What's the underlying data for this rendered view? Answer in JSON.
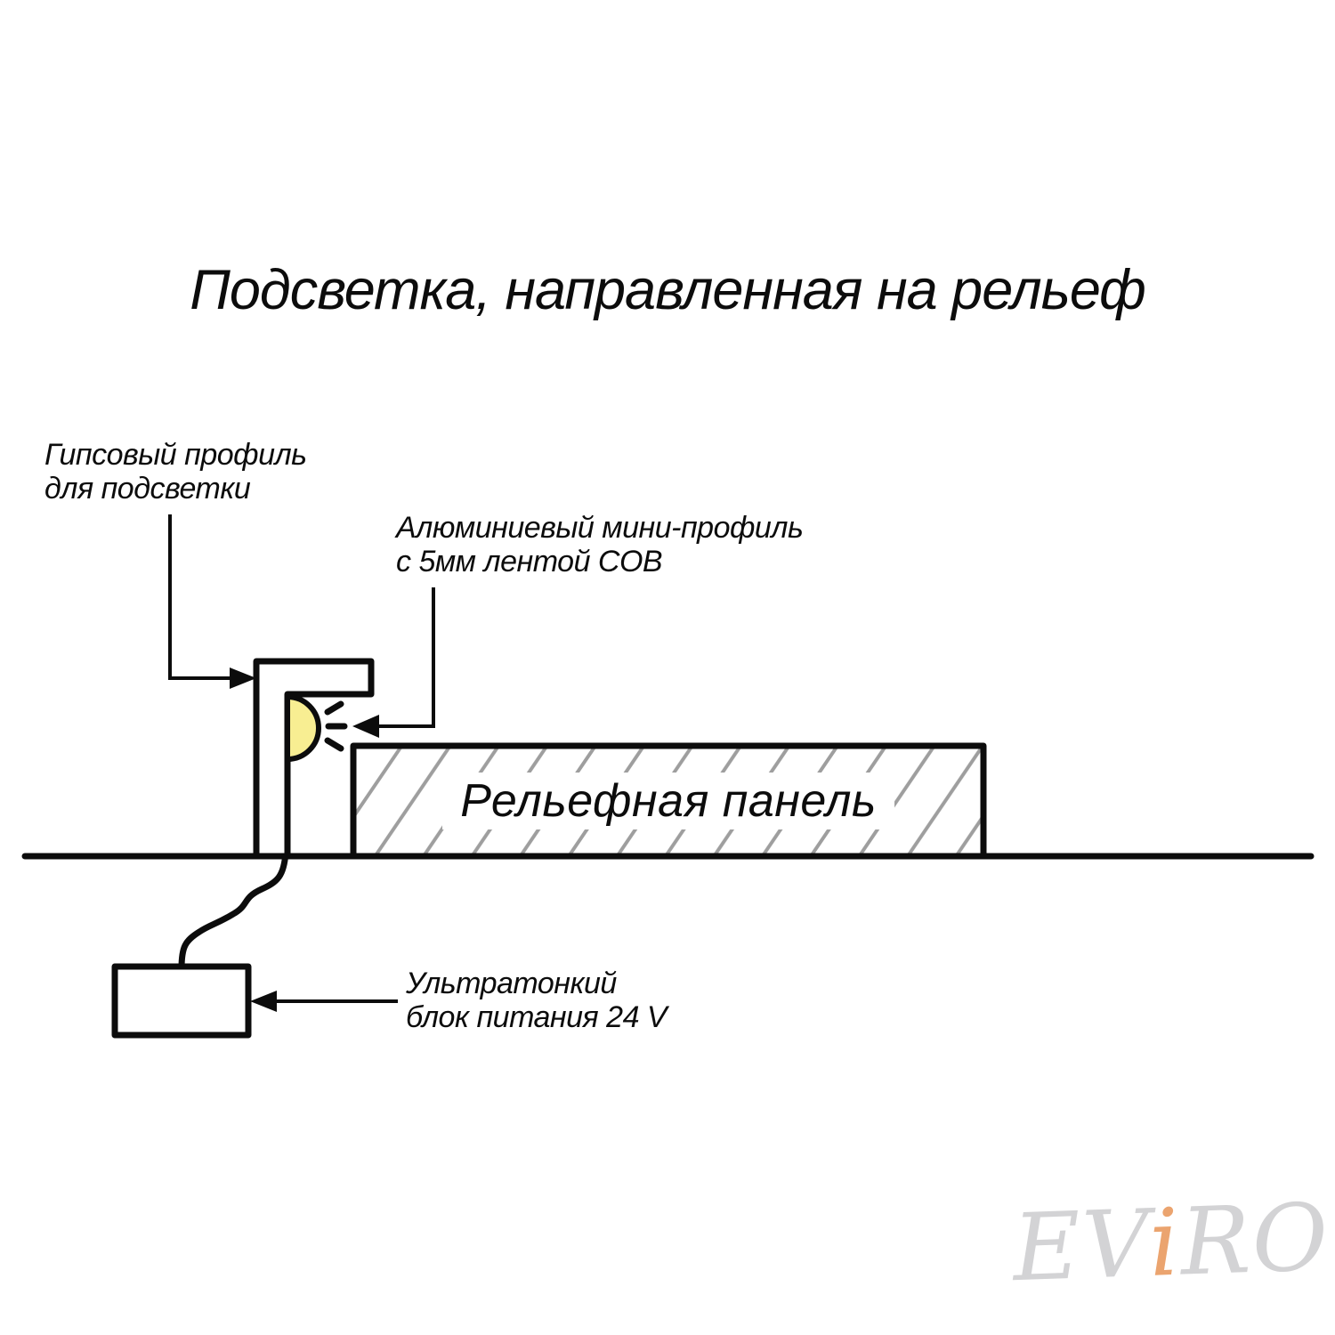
{
  "title": "Подсветка, направленная на рельеф",
  "labels": {
    "gypsum": {
      "line1": "Гипсовый профиль",
      "line2": "для подсветки"
    },
    "aluminum": {
      "line1": "Алюминиевый мини-профиль",
      "line2": "с 5мм лентой COB"
    },
    "panel": "Рельефная панель",
    "psu": {
      "line1": "Ультратонкий",
      "line2": "блок питания 24 V"
    }
  },
  "watermark": {
    "part1": "EV",
    "accent": "i",
    "part2": "RO"
  },
  "colors": {
    "line": "#0c0c0c",
    "hatch": "#9e9e9e",
    "led_light": "#f8ee92",
    "watermark_gray": "#d3d3d5",
    "watermark_accent": "#eba46f",
    "background": "#ffffff"
  }
}
